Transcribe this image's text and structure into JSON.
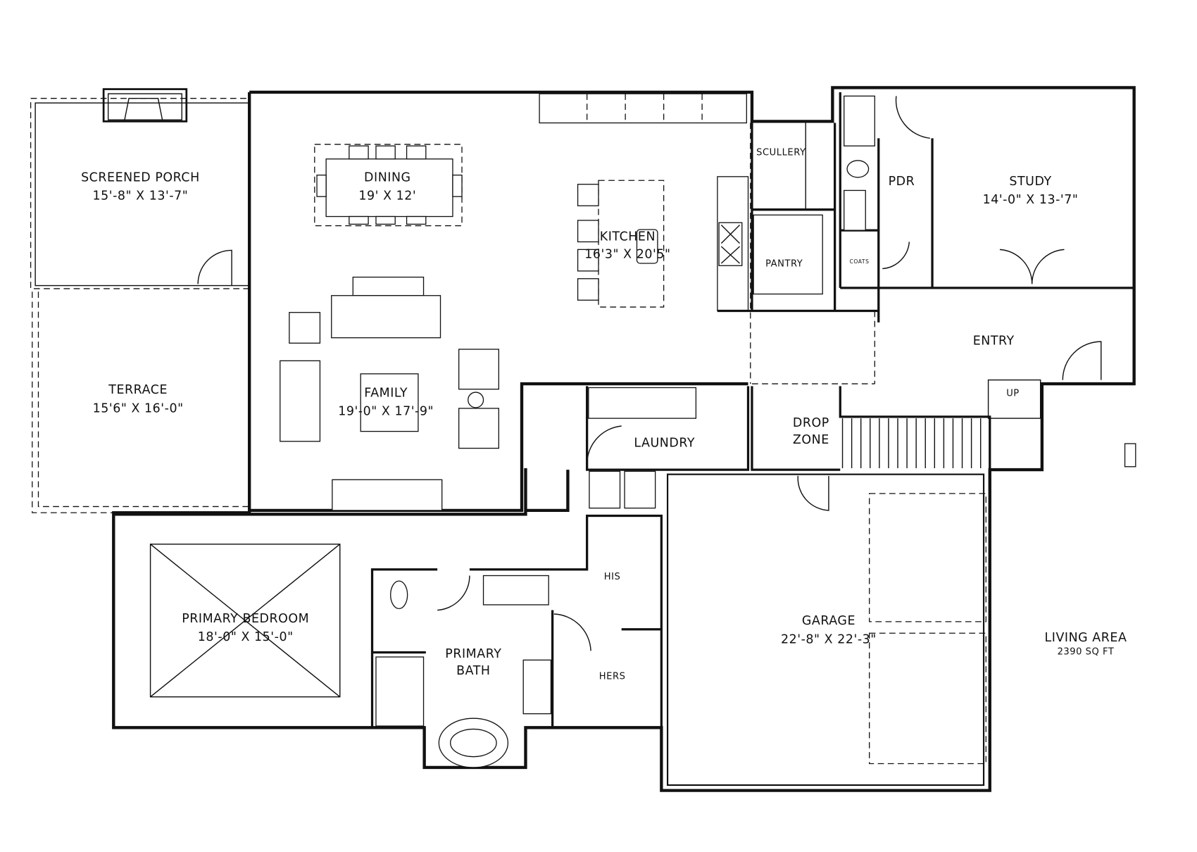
{
  "rooms": {
    "screened_porch": {
      "name": "SCREENED PORCH",
      "size": "15'-8\" X 13'-7\""
    },
    "dining": {
      "name": "DINING",
      "size": "19' X 12'"
    },
    "kitchen": {
      "name": "KITCHEN",
      "size": "16'3\" X 20'5\""
    },
    "scullery": {
      "name": "SCULLERY"
    },
    "pdr": {
      "name": "PDR"
    },
    "study": {
      "name": "STUDY",
      "size": "14'-0\" X 13-'7\""
    },
    "pantry": {
      "name": "PANTRY"
    },
    "coats": {
      "name": "COATS"
    },
    "entry": {
      "name": "ENTRY"
    },
    "terrace": {
      "name": "TERRACE",
      "size": "15'6\" X 16'-0\""
    },
    "family": {
      "name": "FAMILY",
      "size": "19'-0\" X 17'-9\""
    },
    "laundry": {
      "name": "LAUNDRY"
    },
    "drop_zone": {
      "name": "DROP",
      "name2": "ZONE"
    },
    "stairs": {
      "up": "UP"
    },
    "primary_bedroom": {
      "name": "PRIMARY BEDROOM",
      "size": "18'-0\" X 15'-0\""
    },
    "primary_bath": {
      "name": "PRIMARY",
      "name2": "BATH"
    },
    "his": {
      "name": "HIS"
    },
    "hers": {
      "name": "HERS"
    },
    "garage": {
      "name": "GARAGE",
      "size": "22'-8\" X 22'-3\""
    }
  },
  "summary": {
    "title": "LIVING AREA",
    "value": "2390 SQ FT"
  }
}
